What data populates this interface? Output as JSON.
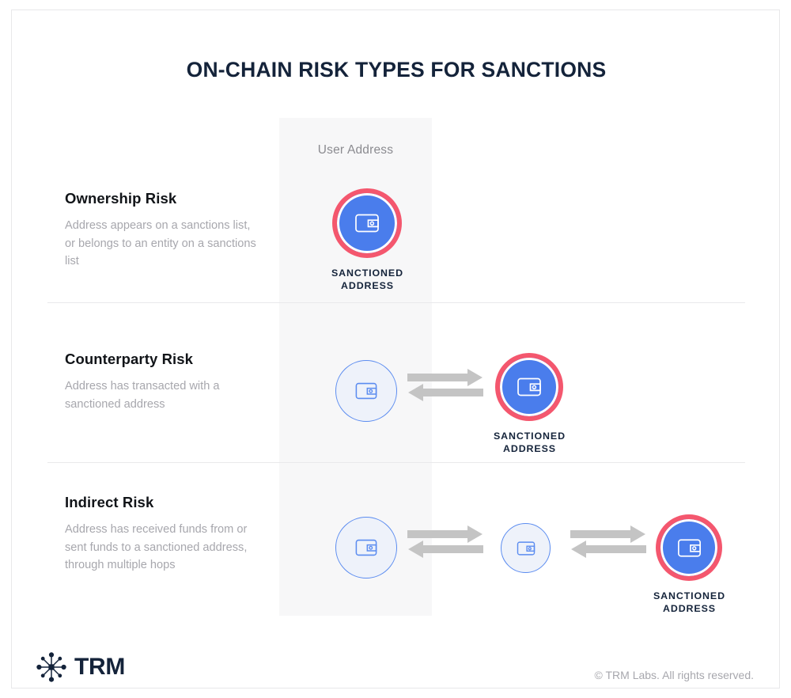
{
  "page": {
    "title": "ON-CHAIN RISK TYPES FOR SANCTIONS",
    "column_header": "User Address"
  },
  "colors": {
    "title_navy": "#14233a",
    "sanctioned_ring": "#f4576e",
    "node_blue": "#4a7dec",
    "plain_node_outline": "#5b8cf0",
    "plain_node_fill": "#eef2fa",
    "arrow_gray": "#c4c4c4",
    "band_gray": "#f7f7f8",
    "body_gray": "#a7a7ad",
    "divider": "#e9e9eb"
  },
  "rows": [
    {
      "id": "ownership-risk",
      "title": "Ownership Risk",
      "description": "Address appears on a sanctions list, or belongs to an entity on a sanctions list",
      "nodes": [
        {
          "type": "sanctioned",
          "icon": "wallet-icon",
          "label": "SANCTIONED\nADDRESS"
        }
      ],
      "arrows": []
    },
    {
      "id": "counterparty-risk",
      "title": "Counterparty Risk",
      "description": "Address has transacted with a sanctioned address",
      "nodes": [
        {
          "type": "plain",
          "icon": "wallet-icon",
          "label": ""
        },
        {
          "type": "sanctioned",
          "icon": "wallet-icon",
          "label": "SANCTIONED\nADDRESS"
        }
      ],
      "arrows": [
        {
          "directions": [
            "right",
            "left"
          ]
        }
      ]
    },
    {
      "id": "indirect-risk",
      "title": "Indirect Risk",
      "description": "Address has received funds from or sent funds to a sanctioned address, through multiple hops",
      "nodes": [
        {
          "type": "plain",
          "icon": "wallet-icon",
          "label": ""
        },
        {
          "type": "plain",
          "icon": "wallet-icon",
          "label": ""
        },
        {
          "type": "sanctioned",
          "icon": "wallet-icon",
          "label": "SANCTIONED\nADDRESS"
        }
      ],
      "arrows": [
        {
          "directions": [
            "right",
            "left"
          ]
        },
        {
          "directions": [
            "right",
            "left"
          ]
        }
      ]
    }
  ],
  "footer": {
    "logo_mark": "trm-node-star-icon",
    "logo_text": "TRM",
    "copyright": "© TRM Labs. All rights reserved."
  }
}
